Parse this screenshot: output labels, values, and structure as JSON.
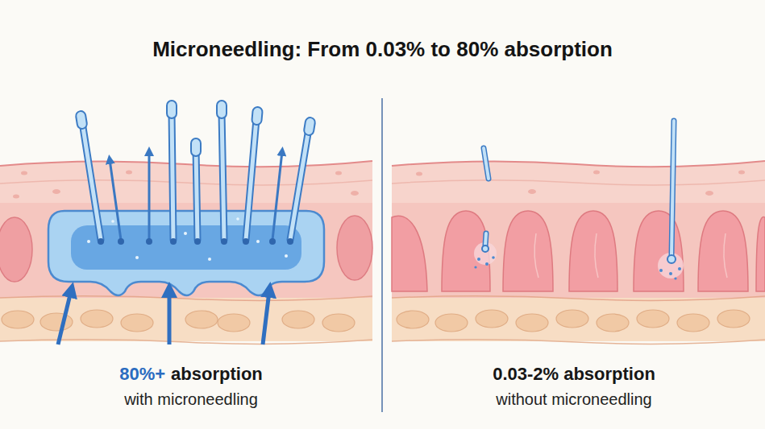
{
  "diagram": {
    "title": "Microneedling: From 0.03% to 80% absorption",
    "labels": [
      "80%+",
      "absorption",
      "with microneedling",
      "0.03-2% absorption",
      "without microneedling"
    ]
  }
}
